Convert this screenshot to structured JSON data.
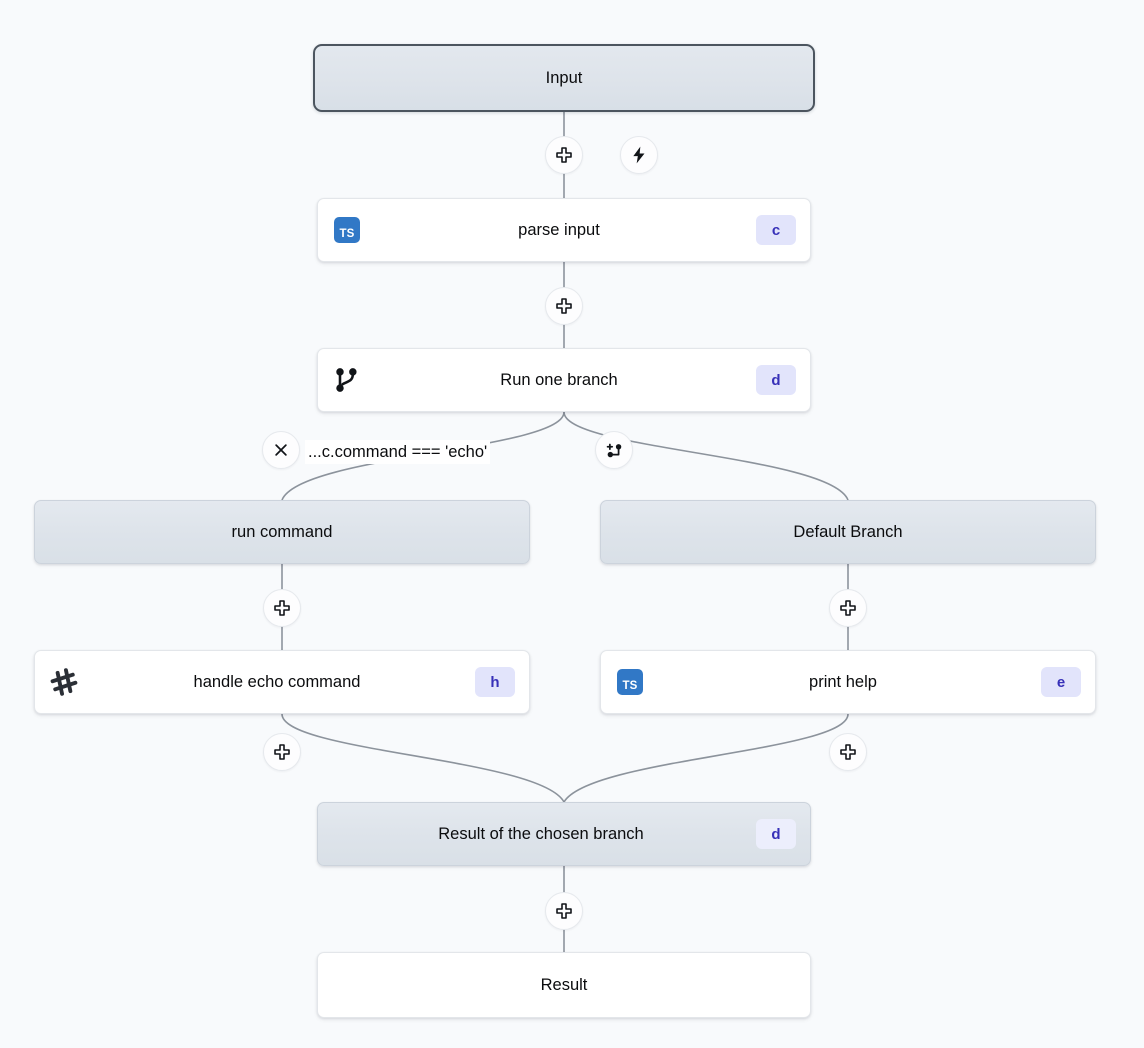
{
  "canvas": {
    "background": "#f8fafc",
    "edge_color": "#8c939c"
  },
  "colors": {
    "badge_bg": "#e2e4fb",
    "badge_text": "#3730b8",
    "ts_blue": "#3178c6",
    "node_gray_fill": "#dde3ea",
    "node_gray_border": "#ccd3dc",
    "selected_border": "#4c555f"
  },
  "nodes": [
    {
      "id": "input",
      "label": "Input",
      "style": "outlined",
      "icon": null,
      "badge": null
    },
    {
      "id": "parse_input",
      "label": "parse input",
      "style": "card",
      "icon": "typescript-icon",
      "badge": "c"
    },
    {
      "id": "run_branch",
      "label": "Run one branch",
      "style": "card",
      "icon": "git-branch-icon",
      "badge": "d"
    },
    {
      "id": "run_command",
      "label": "run command",
      "style": "grayed",
      "icon": null,
      "badge": null
    },
    {
      "id": "default_branch",
      "label": "Default Branch",
      "style": "grayed",
      "icon": null,
      "badge": null
    },
    {
      "id": "handle_echo",
      "label": "handle echo command",
      "style": "card",
      "icon": "script-hash-icon",
      "badge": "h"
    },
    {
      "id": "print_help",
      "label": "print help",
      "style": "card",
      "icon": "typescript-icon",
      "badge": "e"
    },
    {
      "id": "branch_result",
      "label": "Result of the chosen branch",
      "style": "grayed",
      "icon": null,
      "badge": "d"
    },
    {
      "id": "result",
      "label": "Result",
      "style": "plainwhite",
      "icon": null,
      "badge": null
    }
  ],
  "branch_condition": {
    "text": "...c.command === 'echo'",
    "remove_icon": "close-icon",
    "add_branch_icon": "git-branch-plus-icon"
  },
  "edge_buttons": [
    {
      "id": "add-after-input",
      "icon": "plus-icon"
    },
    {
      "id": "trigger-after-input",
      "icon": "lightning-icon"
    },
    {
      "id": "add-after-parse-input",
      "icon": "plus-icon"
    },
    {
      "id": "add-after-run-command",
      "icon": "plus-icon"
    },
    {
      "id": "add-after-default-branch",
      "icon": "plus-icon"
    },
    {
      "id": "add-after-handle-echo",
      "icon": "plus-icon"
    },
    {
      "id": "add-after-print-help",
      "icon": "plus-icon"
    },
    {
      "id": "add-after-branch-result",
      "icon": "plus-icon"
    }
  ]
}
